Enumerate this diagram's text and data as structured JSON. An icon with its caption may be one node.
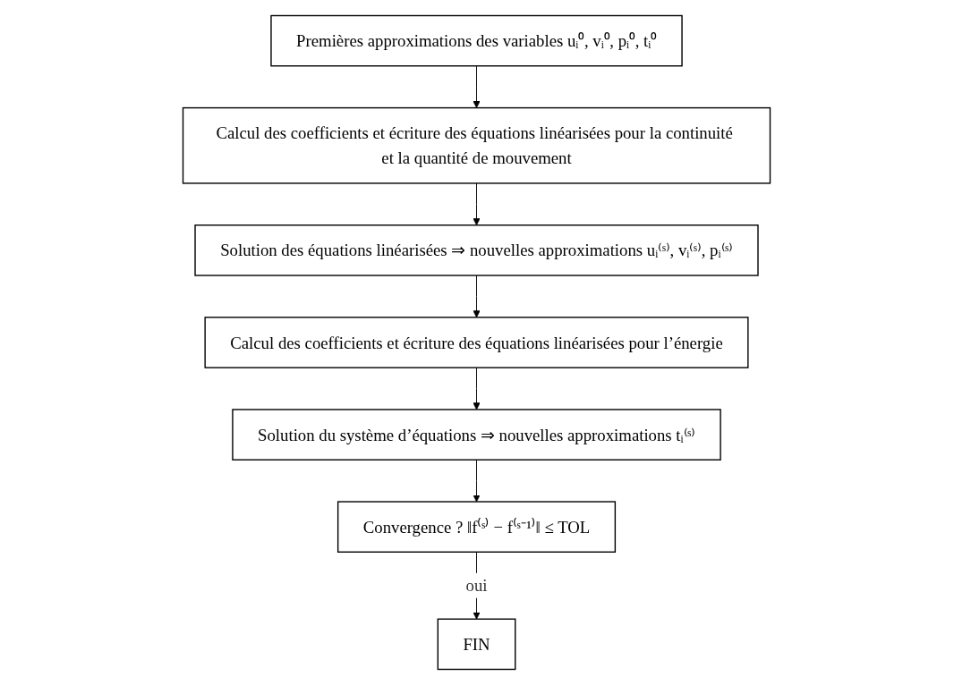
{
  "diagram": {
    "nodes": [
      {
        "text": [
          "Premières approximations des variables uᵢ⁰, vᵢ⁰, pᵢ⁰, tᵢ⁰"
        ]
      },
      {
        "text": [
          "Calcul des coefficients et écriture des équations linéarisées pour la continuité et la quantité de mouvement"
        ]
      },
      {
        "text": [
          "Solution des équations linéarisées ⇒ nouvelles approximations uᵢ⁽ˢ⁾, vᵢ⁽ˢ⁾, pᵢ⁽ˢ⁾"
        ]
      },
      {
        "text": [
          "Calcul des coefficients et écriture des équations linéarisées pour l’énergie"
        ]
      },
      {
        "text": [
          "Solution du système d’équations ⇒ nouvelles approximations tᵢ⁽ˢ⁾"
        ]
      },
      {
        "text": [
          "Convergence ? ‖f⁽ˢ⁾ − f⁽ˢ⁻¹⁾‖ ≤ TOL"
        ]
      },
      {
        "text": [
          "FIN"
        ]
      }
    ],
    "edges": [
      {
        "from": 0,
        "to": 1,
        "arrow": "to"
      },
      {
        "from": 1,
        "to": 2,
        "arrow": "to"
      },
      {
        "from": 2,
        "to": 3,
        "arrow": "to"
      },
      {
        "from": 3,
        "to": 4,
        "arrow": "to"
      },
      {
        "from": 4,
        "to": 5,
        "arrow": "to"
      },
      {
        "from": 5,
        "to": 6,
        "label": "oui",
        "arrow": "to"
      }
    ]
  }
}
